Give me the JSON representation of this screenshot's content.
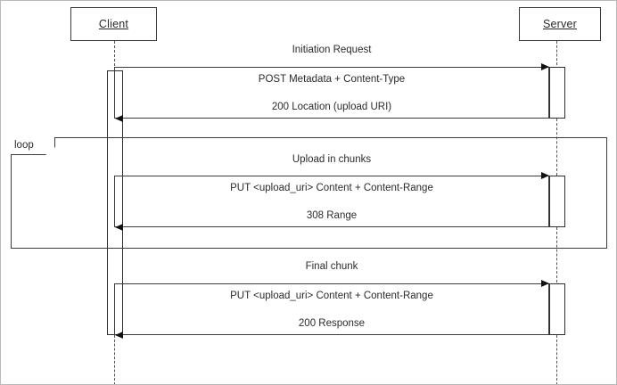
{
  "diagram": {
    "type": "uml-sequence-diagram",
    "participants": [
      {
        "id": "client",
        "label": "Client"
      },
      {
        "id": "server",
        "label": "Server"
      }
    ],
    "fragments": [
      {
        "id": "loop",
        "operator": "loop"
      }
    ],
    "sections": [
      {
        "id": "initiation",
        "title": "Initiation Request",
        "messages": [
          {
            "id": "post-metadata",
            "label": "POST Metadata + Content-Type",
            "from": "client",
            "to": "server",
            "direction": "right"
          },
          {
            "id": "200-location",
            "label": "200 Location (upload URI)",
            "from": "server",
            "to": "client",
            "direction": "left"
          }
        ]
      },
      {
        "id": "upload-chunks",
        "title": "Upload in chunks",
        "messages": [
          {
            "id": "put-chunk",
            "label": "PUT <upload_uri> Content + Content-Range",
            "from": "client",
            "to": "server",
            "direction": "right"
          },
          {
            "id": "308-range",
            "label": "308 Range",
            "from": "server",
            "to": "client",
            "direction": "left"
          }
        ]
      },
      {
        "id": "final-chunk",
        "title": "Final chunk",
        "messages": [
          {
            "id": "put-final",
            "label": "PUT <upload_uri> Content + Content-Range",
            "from": "client",
            "to": "server",
            "direction": "right"
          },
          {
            "id": "200-response",
            "label": "200 Response",
            "from": "server",
            "to": "client",
            "direction": "left"
          }
        ]
      }
    ],
    "colors": {
      "line": "#2e2e2e",
      "text": "#2b2b2b",
      "background": "#ffffff",
      "border": "#b9b9b9"
    }
  }
}
